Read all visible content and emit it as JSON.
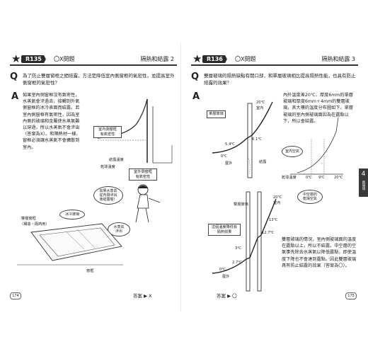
{
  "left": {
    "code": "R135",
    "code_tag": "〇X問題",
    "topic": "隔熱和結露  2",
    "question": "為了防止雙層窗框之間結露，方法是降低室內側窗框的氣密性，並提高室外側窗框的氣密性？",
    "answer": "如果室內側窗框沒有氣密性，水蒸氣會滲過去，接觸到外氣側窗框的冰冷表面而結露。若室內側窗框有氣密性，因為室內側的玻璃和金屬使水蒸氣難以穿過，所以水蒸氣不會滲出（答案為X）。和隔熱材一樣，窗框必須讓水蒸氣不會擴散到室內。",
    "labels": {
      "indoor_airtight": "室內側窗框\n有氣密性",
      "dew_temp": "結露溫度",
      "dry_temp": "乾球溫度",
      "outdoor_airtight": "室外側窗框\n有氣密性",
      "no_vapor": "如果水蒸氣\n從內側滲出\n會結露喔！",
      "cold_glass": "冰冷玻璃",
      "vapor_out": "水蒸氣\n滲出",
      "double_sash": "雙層窗框",
      "double_sash_sub": "（構造・隔熱用）",
      "sash": "窗框"
    },
    "footer_answer": "答案 ▶ X",
    "page_number": "174"
  },
  "right": {
    "code": "R136",
    "code_tag": "〇X問題",
    "topic": "隔熱和結露  3",
    "question": "雙層玻璃的隔熱缺點有開口部，和單層玻璃相比提高隔熱性能，也具有防止結露的效果？",
    "answer_intro": "內外溫度差20℃、厚度6mm的單層玻璃和厚度6mm＋4mm的雙層玻璃，其大樓的溫度分布圖如下。單層玻璃的室內側玻璃面因為在露點以下，所以會結露。",
    "answer_body": "雙層玻璃的情況，室內側玻璃面的溫度在露點以上，所以不結露。中空層的空氣事先除去水蒸氣以降低露點，即使溫度下降也不會達到露點。因此雙層玻璃具有防止結露的效果（答案為〇）。",
    "labels": {
      "single_glass": "單層玻璃",
      "t20": "20℃",
      "indoor": "室內",
      "t54": "5.4℃",
      "t61": "6.1℃",
      "t0": "0℃",
      "outdoor": "屋外",
      "condensation": "結露",
      "indoor_air": "室內空氣",
      "dry_bulb": "乾球溫度",
      "axis0": "0℃",
      "axis9": "9℃",
      "axis20": "20℃",
      "double_glass": "雙層玻璃",
      "t20b": "20℃",
      "indoorb": "室內",
      "hollow": "中空層的\n乾燥空氣",
      "t13": "13℃",
      "insulation_effect": "這個溫度降低有\n隔熱效果",
      "t127": "12.7℃",
      "t3": "3℃",
      "t2": "2.7℃",
      "outdoorb": "屋外",
      "t0b": "0℃"
    },
    "footer_answer": "答案 ▶ 〇",
    "page_number": "175"
  },
  "chapter_tab": {
    "number": "4",
    "label": "熱環境"
  }
}
